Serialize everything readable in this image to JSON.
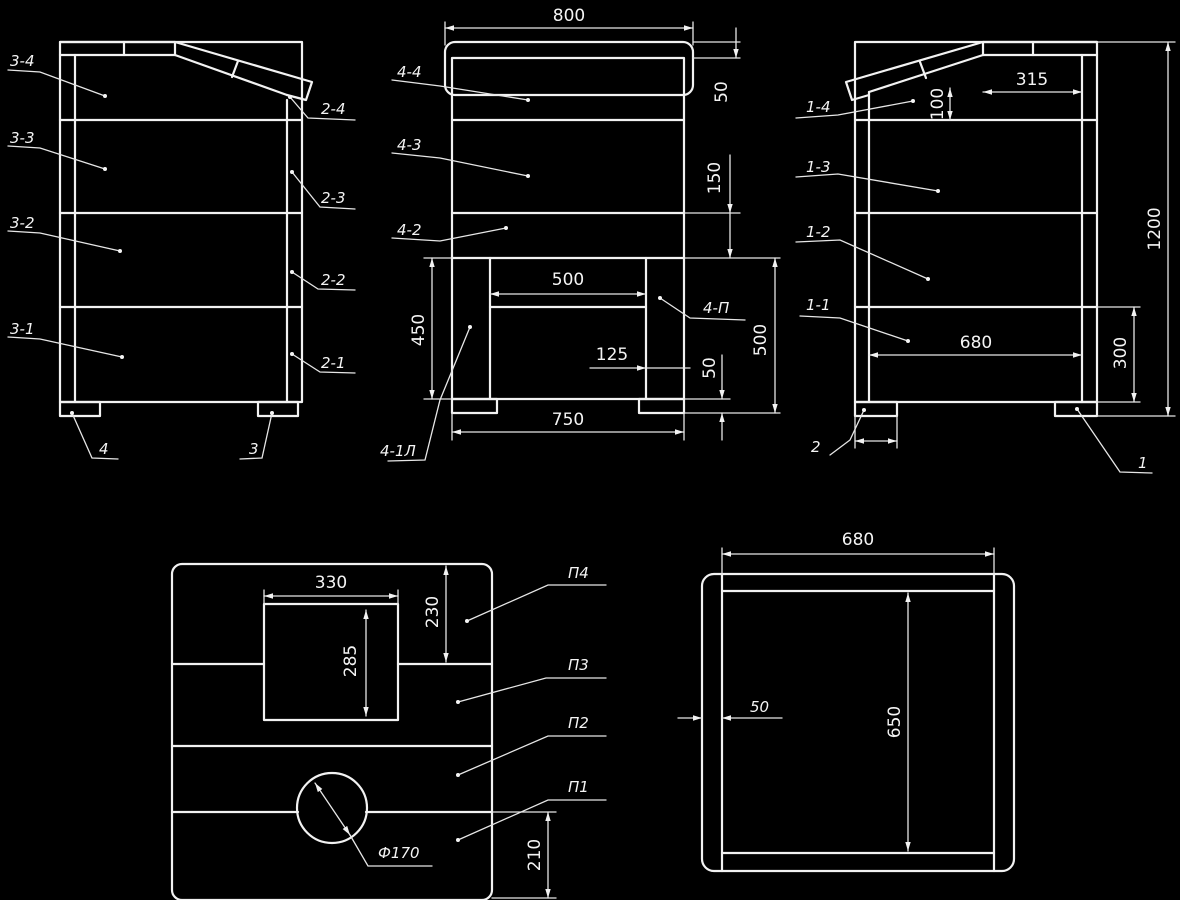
{
  "colors": {
    "background": "#000000",
    "line": "#f2f2f2"
  },
  "front": {
    "dims": {
      "width_top": "800",
      "roof_h": "50",
      "b3_h": "150",
      "leg_h": "450",
      "hole_w": "500",
      "b1_h": "500",
      "bar_w": "125",
      "sill_h": "50",
      "bottom_w": "750"
    },
    "labels": {
      "l44": "4-4",
      "l43": "4-3",
      "l42": "4-2",
      "l4p": "4-П",
      "l41": "4-1Л"
    }
  },
  "left": {
    "labels": {
      "l34": "3-4",
      "l33": "3-3",
      "l32": "3-2",
      "l31": "3-1",
      "l24": "2-4",
      "l23": "2-3",
      "l22": "2-2",
      "l21": "2-1",
      "leg4": "4",
      "leg3": "3"
    }
  },
  "right": {
    "dims": {
      "d315": "315",
      "d100": "100",
      "d1200": "1200",
      "d680": "680",
      "d300": "300"
    },
    "labels": {
      "l14": "1-4",
      "l13": "1-3",
      "l12": "1-2",
      "l11": "1-1",
      "leg2": "2",
      "leg1": "1"
    }
  },
  "panel": {
    "dims": {
      "d330": "330",
      "d230": "230",
      "d285": "285",
      "d170": "Ф170",
      "d210": "210"
    },
    "labels": {
      "p4": "П4",
      "p3": "П3",
      "p2": "П2",
      "p1": "П1"
    }
  },
  "frame": {
    "dims": {
      "d680": "680",
      "d50": "50",
      "d650": "650"
    }
  }
}
